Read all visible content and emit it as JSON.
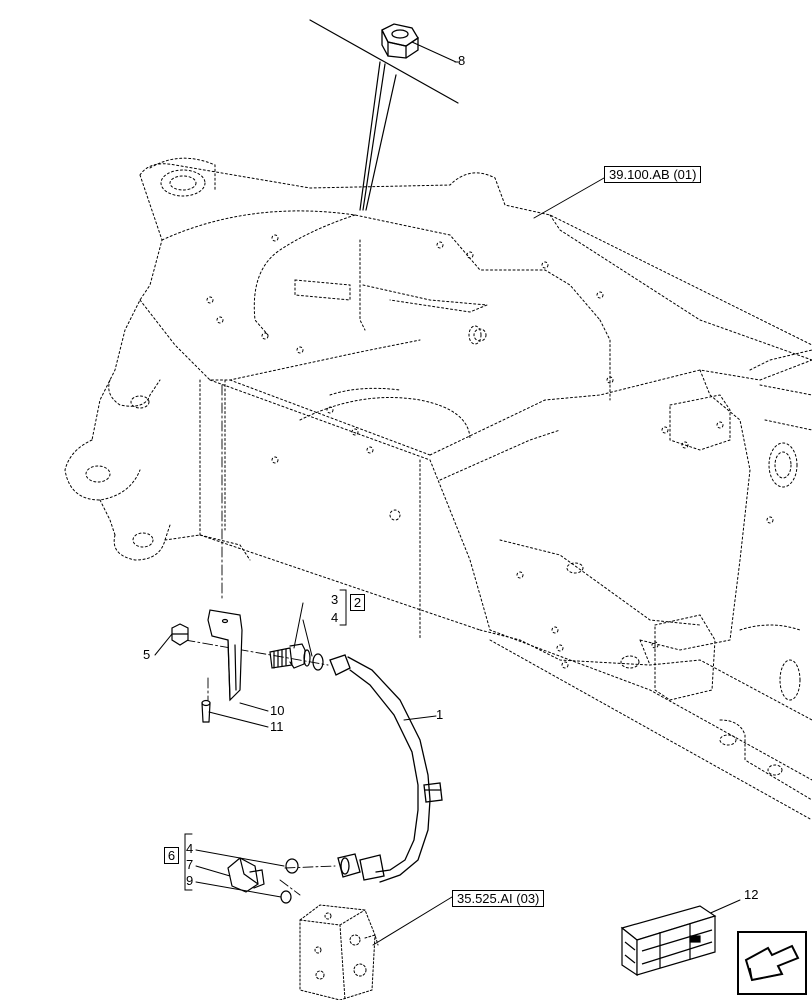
{
  "callouts": {
    "c1": "1",
    "c2": "2",
    "c3": "3",
    "c4a": "4",
    "c4b": "4",
    "c5": "5",
    "c6": "6",
    "c7": "7",
    "c8": "8",
    "c9": "9",
    "c10": "10",
    "c11": "11",
    "c12": "12"
  },
  "references": {
    "frame_ref": "39.100.AB (01)",
    "valve_ref": "35.525.AI (03)"
  },
  "icons": {
    "nav": "next-page-arrow-icon",
    "kit": "parts-box-icon"
  }
}
